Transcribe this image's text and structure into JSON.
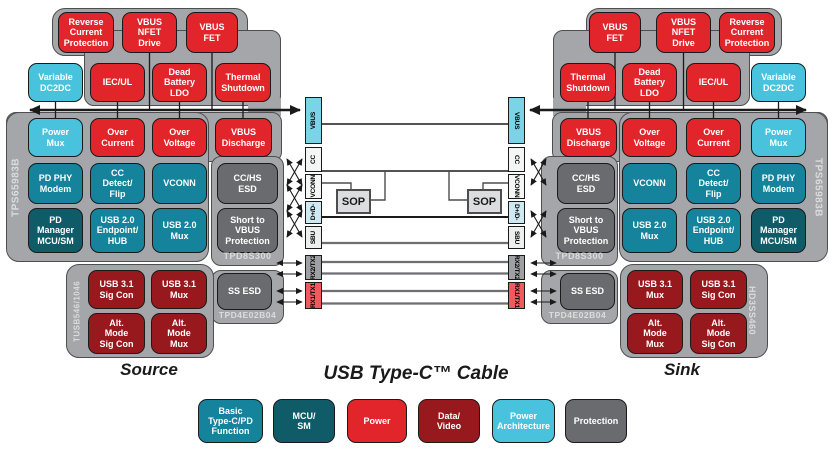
{
  "labels": {
    "title": "USB Type-C™ Cable",
    "source": "Source",
    "sink": "Sink"
  },
  "chips": {
    "tps": "TPS65983B",
    "tpd8": "TPD8S300",
    "tpd4": "TPD4E02B04",
    "tusb": "TUSB546/1046",
    "hd3": "HD3SS460"
  },
  "boxes": {
    "reverse_current_protection": "Reverse\nCurrent\nProtection",
    "vbus_nfet_drive": "VBUS\nNFET\nDrive",
    "vbus_fet": "VBUS\nFET",
    "variable_dc2dc": "Variable\nDC2DC",
    "iec_ul": "IEC/UL",
    "dead_battery_ldo": "Dead\nBattery\nLDO",
    "thermal_shutdown": "Thermal\nShutdown",
    "power_mux": "Power\nMux",
    "over_current": "Over\nCurrent",
    "over_voltage": "Over\nVoltage",
    "vbus_discharge": "VBUS\nDischarge",
    "pd_phy_modem": "PD PHY\nModem",
    "cc_detect_flip": "CC\nDetect/\nFlip",
    "vconn": "VCONN",
    "pd_manager": "PD\nManager\nMCU/SM",
    "usb2_endpoint": "USB 2.0\nEndpoint/\nHUB",
    "usb2_mux": "USB 2.0\nMux",
    "cc_hs_esd": "CC/HS\nESD",
    "short_to_vbus": "Short to\nVBUS\nProtection",
    "ss_esd": "SS ESD",
    "usb31_sig_con": "USB 3.1\nSig Con",
    "usb31_mux": "USB 3.1\nMux",
    "alt_mode_sig_con": "Alt.\nMode\nSig Con",
    "alt_mode_mux": "Alt.\nMode\nMux",
    "sop": "SOP"
  },
  "connector_pins": [
    "VBUS",
    "CC",
    "VCONN",
    "D+/D-",
    "SBU",
    "RX2/TX2",
    "RX1/TX1"
  ],
  "legend": {
    "items": [
      "Basic\nType-C/PD\nFunction",
      "MCU/\nSM",
      "Power",
      "Data/\nVideo",
      "Power\nArchitecture",
      "Protection"
    ]
  },
  "colors": {
    "power_red": "#E2242B",
    "data_video_dark_red": "#98191D",
    "basic_typec_teal": "#15839B",
    "mcu_sm_dark_teal": "#0F5B68",
    "power_architecture_cyan": "#49C3DD",
    "protection_gray": "#696B6E",
    "container_gray": "#A4A6A9",
    "vbus_pin_cyan": "#7BD3E8",
    "rx1_pin_red": "#F05A5F"
  }
}
